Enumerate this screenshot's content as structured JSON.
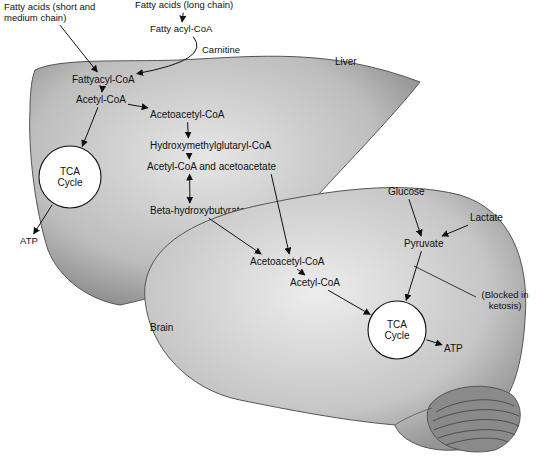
{
  "diagram": {
    "nodes": [
      {
        "text": [
          "Fatty acids (short and medium chain)"
        ]
      },
      {
        "text": [
          "Fatty acids (long chain)"
        ]
      },
      {
        "text": [
          "Fatty acyl-CoA"
        ]
      },
      {
        "text": [
          "Liver"
        ]
      },
      {
        "text": [
          "Fattyacyl-CoA"
        ],
        "in": 3
      },
      {
        "text": [
          "Acetyl-CoA"
        ],
        "in": 3
      },
      {
        "text": [
          "Acetoacetyl-CoA"
        ],
        "in": 3
      },
      {
        "text": [
          "Hydroxymethylglutaryl-CoA"
        ],
        "in": 3
      },
      {
        "text": [
          "TCA Cycle"
        ],
        "in": 3
      },
      {
        "text": [
          "Acetyl-CoA and acetoacetate"
        ],
        "in": 3
      },
      {
        "text": [
          "Beta-hydroxybutyrate"
        ],
        "in": 3
      },
      {
        "text": [
          "ATP"
        ]
      },
      {
        "text": [
          "Brain"
        ]
      },
      {
        "text": [
          "Glucose"
        ],
        "in": 12
      },
      {
        "text": [
          "Lactate"
        ],
        "in": 12
      },
      {
        "text": [
          "Pyruvate"
        ],
        "in": 12
      },
      {
        "text": [
          "Acetoacetyl-CoA"
        ],
        "in": 12
      },
      {
        "text": [
          "Acetyl-CoA"
        ],
        "in": 12
      },
      {
        "text": [
          "TCA Cycle"
        ],
        "in": 12
      },
      {
        "text": [
          "ATP"
        ],
        "in": 12
      }
    ],
    "edges": [
      {
        "from": 0,
        "to": 4,
        "arrow": "to"
      },
      {
        "from": 1,
        "to": 2,
        "arrow": "to"
      },
      {
        "from": 2,
        "to": 4,
        "label": "Carnitine",
        "arrow": "to"
      },
      {
        "from": 4,
        "to": 5,
        "arrow": "to"
      },
      {
        "from": 5,
        "to": 8,
        "arrow": "to"
      },
      {
        "from": 5,
        "to": 6,
        "arrow": "to"
      },
      {
        "from": 6,
        "to": 7,
        "arrow": "to"
      },
      {
        "from": 7,
        "to": 9,
        "arrow": "to"
      },
      {
        "from": 9,
        "to": 10,
        "arrow": "both"
      },
      {
        "from": 8,
        "to": 11,
        "arrow": "to"
      },
      {
        "from": 10,
        "to": 16,
        "arrow": "to"
      },
      {
        "from": 9,
        "to": 16,
        "arrow": "to"
      },
      {
        "from": 16,
        "to": 17,
        "arrow": "to"
      },
      {
        "from": 17,
        "to": 18,
        "arrow": "to"
      },
      {
        "from": 18,
        "to": 19,
        "arrow": "to"
      },
      {
        "from": 13,
        "to": 15,
        "arrow": "to"
      },
      {
        "from": 14,
        "to": 15,
        "arrow": "to"
      },
      {
        "from": 15,
        "to": 18,
        "arrow": "to"
      }
    ],
    "labels": [
      "(Blocked in ketosis)"
    ]
  }
}
